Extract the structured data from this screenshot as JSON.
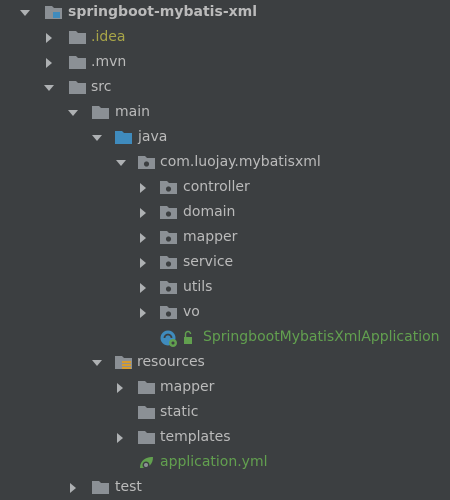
{
  "tree": {
    "project": {
      "label": "springboot-mybatis-xml",
      "icon": "project-module-icon"
    },
    "idea": {
      "label": ".idea",
      "icon": "folder-icon"
    },
    "mvn": {
      "label": ".mvn",
      "icon": "folder-icon"
    },
    "src": {
      "label": "src",
      "icon": "folder-icon"
    },
    "main": {
      "label": "main",
      "icon": "folder-icon"
    },
    "java": {
      "label": "java",
      "icon": "source-root-folder-icon"
    },
    "pkg": {
      "label": "com.luojay.mybatisxml",
      "icon": "package-icon"
    },
    "controller": {
      "label": "controller",
      "icon": "package-icon"
    },
    "domain": {
      "label": "domain",
      "icon": "package-icon"
    },
    "mapper_pkg": {
      "label": "mapper",
      "icon": "package-icon"
    },
    "service": {
      "label": "service",
      "icon": "package-icon"
    },
    "utils": {
      "label": "utils",
      "icon": "package-icon"
    },
    "vo": {
      "label": "vo",
      "icon": "package-icon"
    },
    "app_class": {
      "label": "SpringbootMybatisXmlApplication",
      "icon": "spring-boot-class-icon"
    },
    "resources": {
      "label": "resources",
      "icon": "resources-folder-icon"
    },
    "res_mapper": {
      "label": "mapper",
      "icon": "folder-icon"
    },
    "static": {
      "label": "static",
      "icon": "folder-icon"
    },
    "templates": {
      "label": "templates",
      "icon": "folder-icon"
    },
    "app_yml": {
      "label": "application.yml",
      "icon": "spring-config-file-icon"
    },
    "test": {
      "label": "test",
      "icon": "folder-icon"
    }
  },
  "colors": {
    "background": "#3c3f41",
    "text": "#bbbbbb",
    "excluded_text": "#a8a548",
    "vcs_new_text": "#62a04f",
    "folder": "#8b9095",
    "source_root": "#3f8bbd"
  }
}
